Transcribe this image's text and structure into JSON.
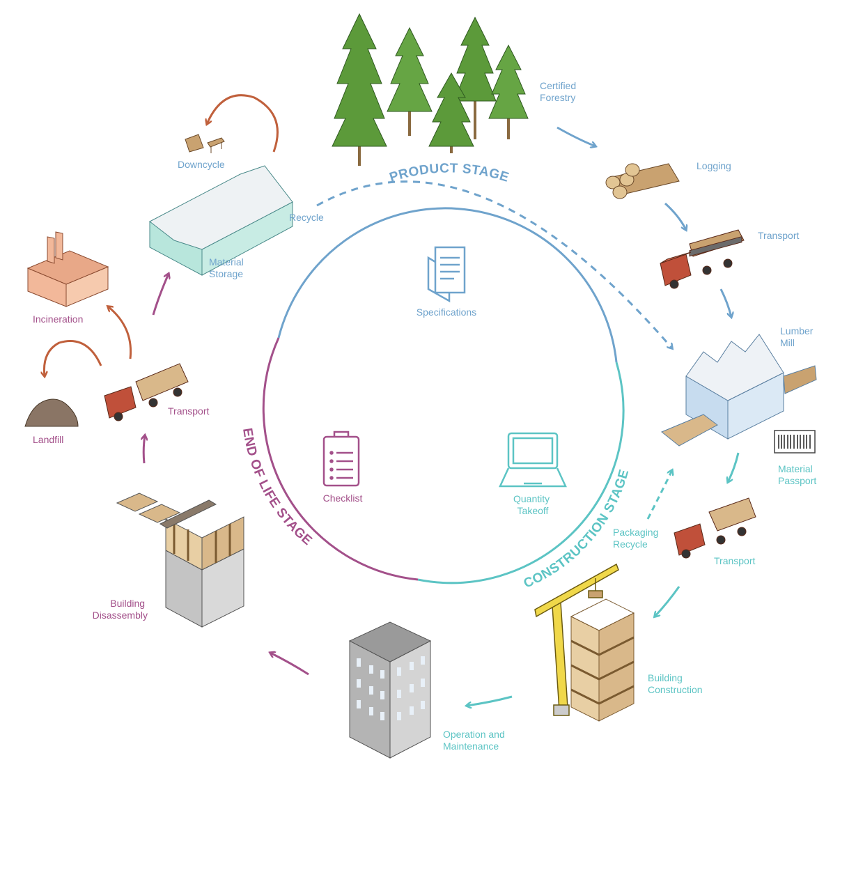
{
  "stages": {
    "product": "PRODUCT STAGE",
    "construction": "CONSTRUCTION STAGE",
    "end_of_life": "END OF LIFE STAGE"
  },
  "center_items": {
    "specifications": "Specifications",
    "checklist": "Checklist",
    "quantity_takeoff": [
      "Quantity",
      "Takeoff"
    ]
  },
  "labels": {
    "certified_forestry": [
      "Certified",
      "Forestry"
    ],
    "logging": "Logging",
    "transport_top": "Transport",
    "lumber_mill": [
      "Lumber",
      "Mill"
    ],
    "material_passport": [
      "Material",
      "Passport"
    ],
    "transport_right": "Transport",
    "packaging_recycle": [
      "Packaging",
      "Recycle"
    ],
    "building_construction": [
      "Building",
      "Construction"
    ],
    "operation_maintenance": [
      "Operation and",
      "Maintenance"
    ],
    "building_disassembly": [
      "Building",
      "Disassembly"
    ],
    "transport_left": "Transport",
    "landfill": "Landfill",
    "incineration": "Incineration",
    "material_storage": [
      "Material",
      "Storage"
    ],
    "downcycle": "Downcycle",
    "recycle": "Recycle"
  },
  "colors": {
    "product": "#6fa3cc",
    "construction": "#5cc4c4",
    "end_of_life": "#a3508a",
    "waste": "#c0603c"
  }
}
